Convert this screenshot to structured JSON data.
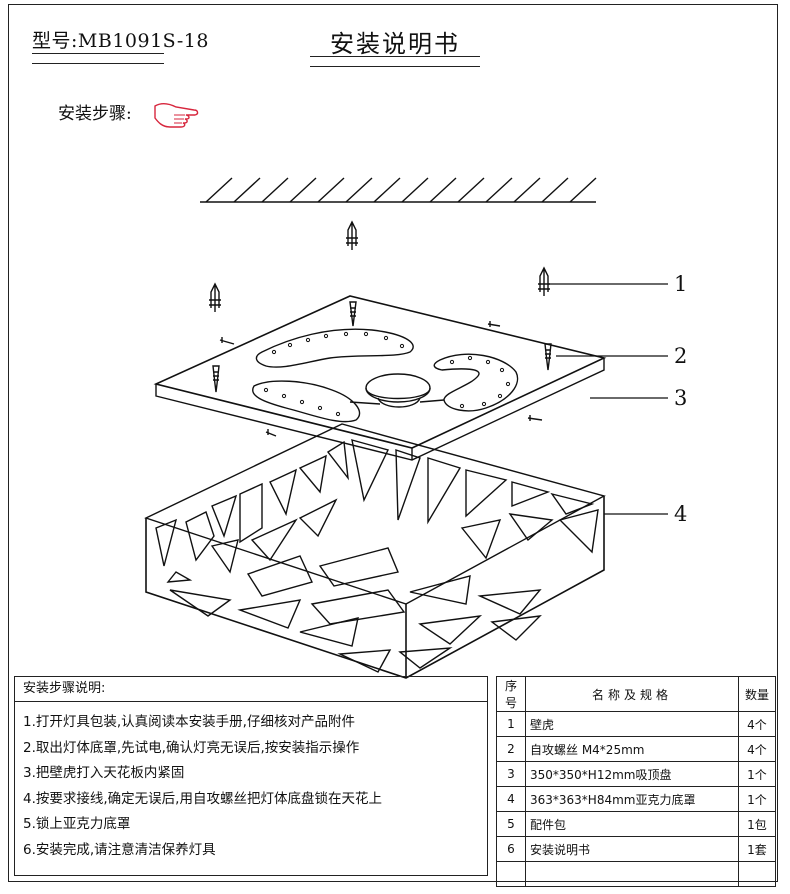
{
  "header": {
    "model": "型号:MB1091S-18",
    "title": "安装说明书"
  },
  "steps_heading": "安装步骤:",
  "callouts": [
    "1",
    "2",
    "3",
    "4"
  ],
  "instructions": {
    "heading": "安装步骤说明:",
    "items": [
      "1.打开灯具包装,认真阅读本安装手册,仔细核对产品附件",
      "2.取出灯体底罩,先试电,确认灯亮无误后,按安装指示操作",
      "3.把壁虎打入天花板内紧固",
      "4.按要求接线,确定无误后,用自攻螺丝把灯体底盘锁在天花上",
      "5.锁上亚克力底罩",
      "6.安装完成,请注意清洁保养灯具"
    ]
  },
  "parts_table": {
    "headers": [
      "序号",
      "名称及规格",
      "数量"
    ],
    "rows": [
      [
        "1",
        "壁虎",
        "4个"
      ],
      [
        "2",
        "自攻螺丝 M4*25mm",
        "4个"
      ],
      [
        "3",
        "350*350*H12mm吸顶盘",
        "1个"
      ],
      [
        "4",
        "363*363*H84mm亚克力底罩",
        "1个"
      ],
      [
        "5",
        "配件包",
        "1包"
      ],
      [
        "6",
        "安装说明书",
        "1套"
      ],
      [
        "",
        "",
        ""
      ]
    ]
  }
}
